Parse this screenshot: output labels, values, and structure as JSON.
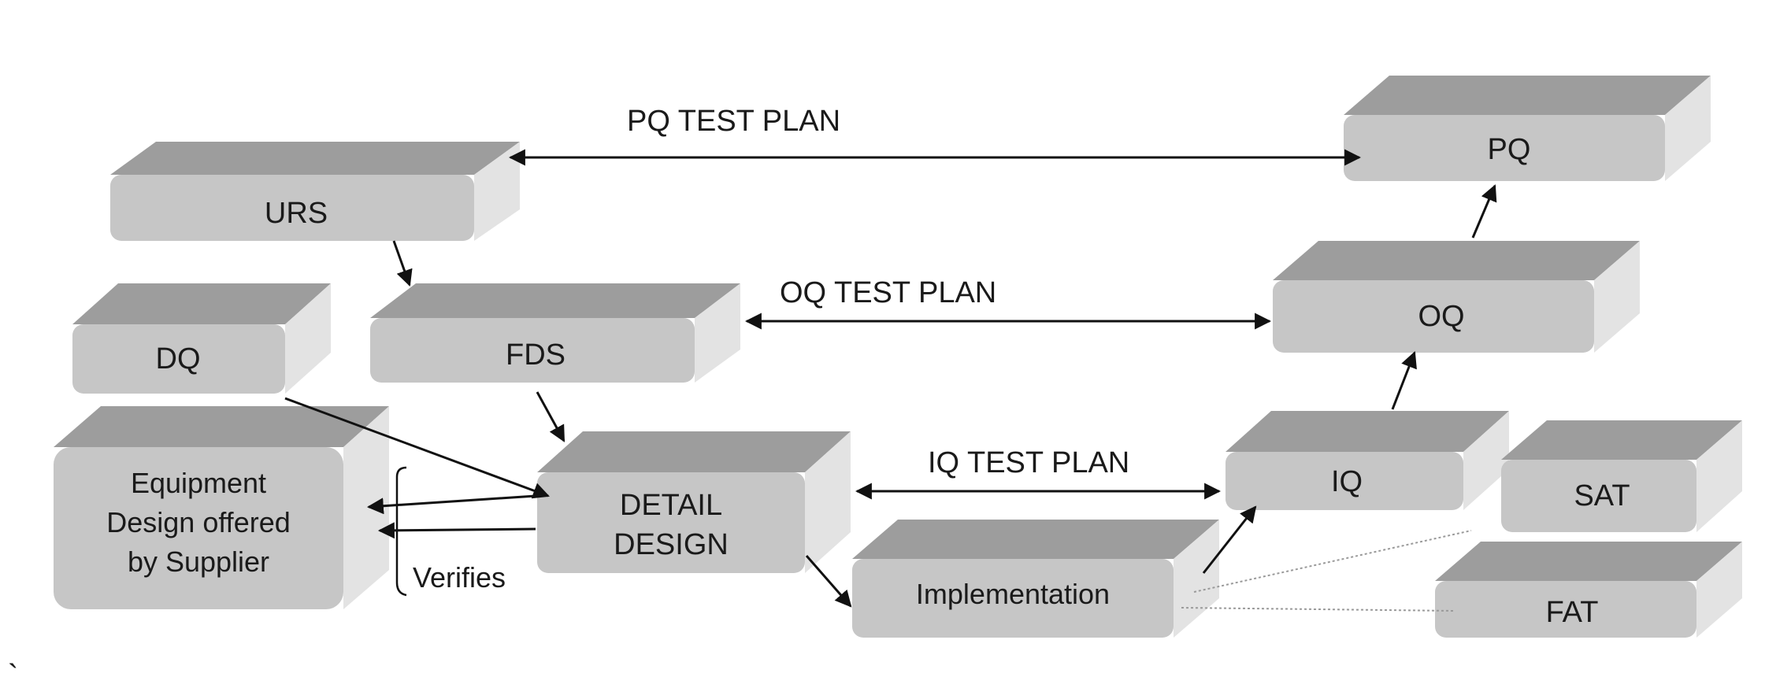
{
  "boxes": {
    "urs": "URS",
    "dq": "DQ",
    "fds": "FDS",
    "equipment": [
      "Equipment",
      "Design offered",
      "by Supplier"
    ],
    "detail_design": [
      "DETAIL",
      "DESIGN"
    ],
    "implementation": "Implementation",
    "iq": "IQ",
    "oq": "OQ",
    "pq": "PQ",
    "sat": "SAT",
    "fat": "FAT"
  },
  "labels": {
    "pq_test_plan": "PQ TEST PLAN",
    "oq_test_plan": "OQ TEST PLAN",
    "iq_test_plan": "IQ TEST PLAN",
    "verifies": "Verifies",
    "stray_mark": "`"
  },
  "colors": {
    "box_front": "#c6c6c6",
    "box_top": "#9d9d9d",
    "box_side": "#e3e3e3"
  }
}
